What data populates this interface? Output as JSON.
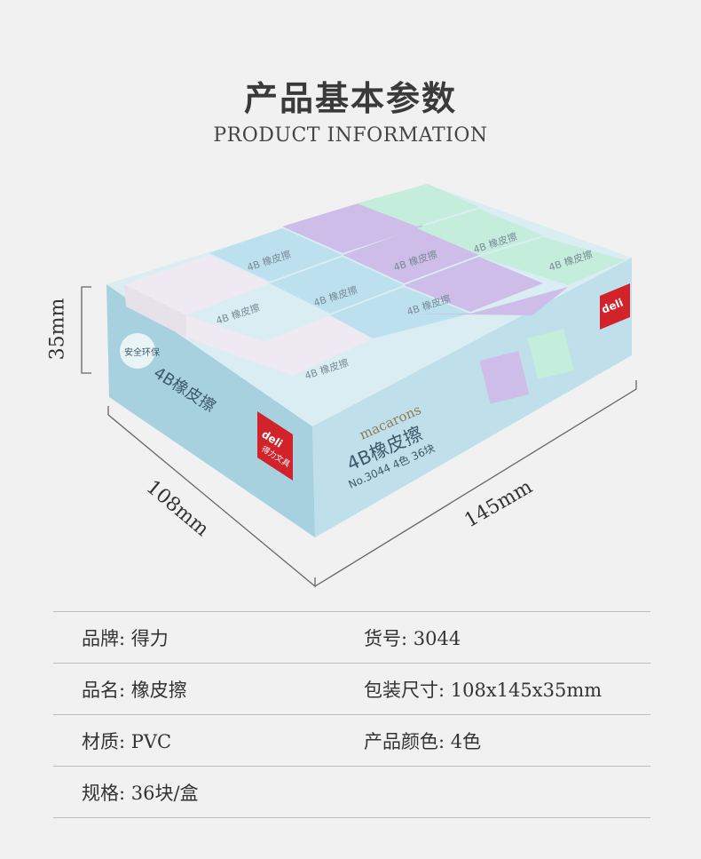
{
  "header": {
    "title_cn": "产品基本参数",
    "title_en": "PRODUCT INFORMATION"
  },
  "dimensions": {
    "height": "35mm",
    "depth": "108mm",
    "width": "145mm"
  },
  "product_box": {
    "brand_logo": "deli",
    "brand_cn": "得力文具",
    "series": "macarons",
    "product_name": "4B橡皮擦",
    "model_line": "No.3044  4色  36块",
    "badge": "安全环保",
    "eraser_label": "4B 橡皮擦",
    "colors": {
      "box": "#bfe0ea",
      "box_side": "#a9d3e1",
      "eraser_white": "#efe9f1",
      "eraser_blue": "#bde0ee",
      "eraser_purple": "#cdbde8",
      "eraser_green": "#c4eddc",
      "logo_red": "#d2232a"
    }
  },
  "specs": [
    [
      {
        "label": "品牌:",
        "value": "得力"
      },
      {
        "label": "货号:",
        "value": "3044"
      }
    ],
    [
      {
        "label": "品名:",
        "value": "橡皮擦"
      },
      {
        "label": "包装尺寸:",
        "value": "108x145x35mm"
      }
    ],
    [
      {
        "label": "材质:",
        "value": "PVC"
      },
      {
        "label": "产品颜色:",
        "value": "4色"
      }
    ],
    [
      {
        "label": "规格:",
        "value": "36块/盒"
      }
    ]
  ]
}
